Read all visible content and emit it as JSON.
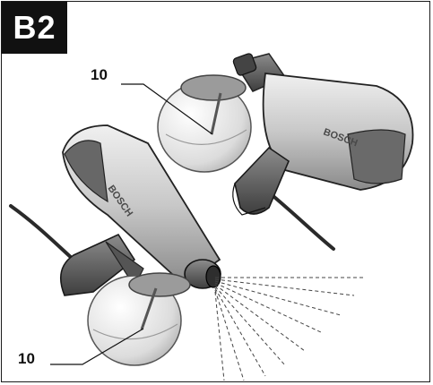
{
  "figure": {
    "badge": "B2",
    "callouts": [
      {
        "label": "10"
      },
      {
        "label": "10"
      }
    ],
    "brand": "BOSCH",
    "colors": {
      "badge_bg": "#111111",
      "badge_text": "#ffffff",
      "body_light": "#d9d9d9",
      "body_dark": "#5a5a5a",
      "grip": "#6e6e6e",
      "container": "#e4e4e4",
      "line": "#1a1a1a"
    }
  }
}
